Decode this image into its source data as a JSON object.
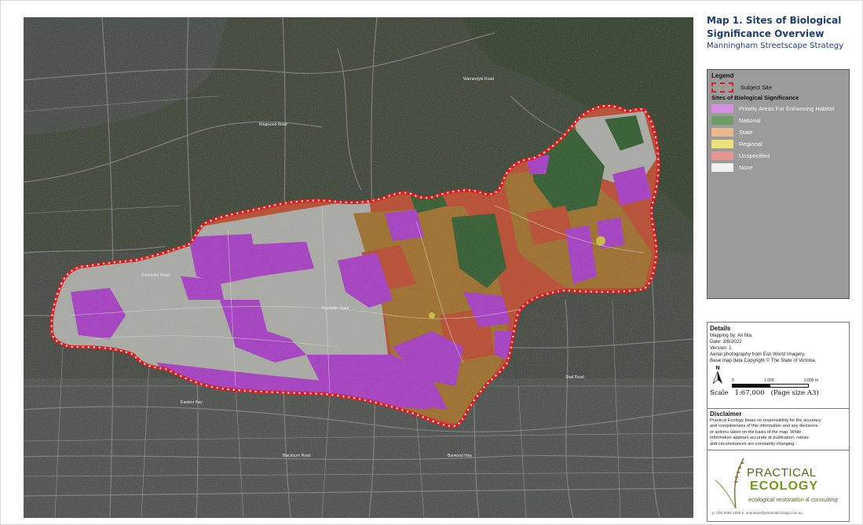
{
  "header": {
    "title": "Map 1. Sites of Biological Significance Overview",
    "title_line1": "Map 1. Sites of Biological",
    "title_line2": "Significance Overview",
    "subtitle": "Manningham Streetscape Strategy"
  },
  "legend": {
    "heading": "Legend",
    "subject_site": "Subject Site",
    "sites_heading": "Sites of Biological Significance",
    "items": [
      {
        "label": "Priority Areas For Enhancing Habitat",
        "color": "#d98ee8"
      },
      {
        "label": "National",
        "color": "#6f9c66"
      },
      {
        "label": "State",
        "color": "#e9b98c"
      },
      {
        "label": "Regional",
        "color": "#ece27d"
      },
      {
        "label": "Unspecified",
        "color": "#e9958f"
      },
      {
        "label": "None",
        "color": "#f0f0f0"
      }
    ]
  },
  "details": {
    "heading": "Details",
    "mapping_by": "Mapping by: Ali Nia",
    "date": "Date: 3/8/2022",
    "version": "Version: 1",
    "aerial": "Aerial photography from Esri World Imagery.",
    "base_map": "Base map data Copyright © The State of Victoria.",
    "north": "N",
    "scale_ticks": [
      "0",
      "1,000",
      "2,000 m"
    ],
    "scale_label": "Scale",
    "scale_ratio": "1:67,000",
    "page_size": "(Page size A3)"
  },
  "disclaimer": {
    "heading": "Disclaimer",
    "lines": [
      "Practical Ecology bears no  responsibility for the accuracy",
      "and completeness of this information and any decisions",
      "or actions taken on the basis of the map. While",
      "information appears accurate at publication, nature",
      "and circumstances are constantly changing."
    ]
  },
  "logo": {
    "name_top": "PRACTICAL",
    "name_bottom": "ECOLOGY",
    "tagline": "ecological restoration & consulting",
    "contact": "p: (03) 9484 1555  e: enquiries@practicalecology.com.au"
  },
  "colors": {
    "subject_outline": "#d81e1e",
    "priority": "#a53bc2",
    "national": "#2f5a2c",
    "state": "#9c6d28",
    "unspecified": "#b8492d",
    "none": "#a9aaa4",
    "title": "#1d3e6e"
  },
  "map": {
    "road_labels": [
      "Ringwood Road",
      "Doncaster Road",
      "Reynolds Road",
      "Eastern Fwy",
      "Blackburn Road",
      "Burwood Hwy",
      "Stud Road",
      "Warrandyte Road"
    ]
  }
}
